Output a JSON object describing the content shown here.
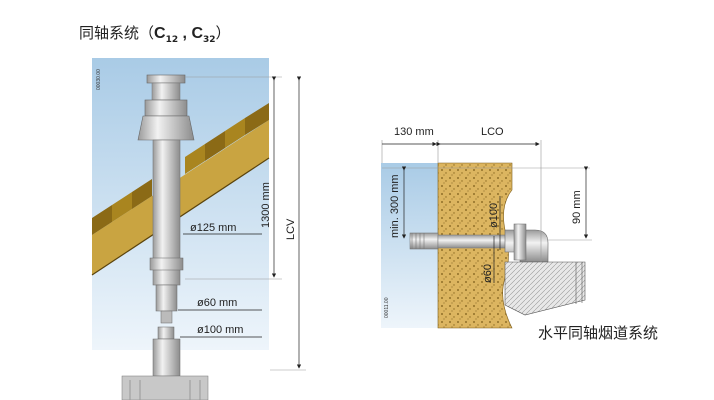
{
  "title": {
    "prefix": "同轴系统（",
    "c1": "C",
    "s1": "12",
    "sep": " , ",
    "c2": "C",
    "s2": "32",
    "suffix": "）"
  },
  "caption": "水平同轴烟道系统",
  "vertical": {
    "code": "00030.00",
    "dim_pipe": "ø125 mm",
    "dim_height": "1300 mm",
    "dim_lcv": "LCV",
    "dim_inner": "ø60 mm",
    "dim_outer": "ø100 mm"
  },
  "horizontal": {
    "code": "00011.00",
    "dim_wall": "130 mm",
    "dim_lco": "LCO",
    "dim_min": "min. 300 mm",
    "dim_outer": "ø100",
    "dim_inner": "ø60",
    "dim_90": "90 mm"
  },
  "colors": {
    "sky": "#cfe3f2",
    "roof": "#9c7a1f",
    "wall": "#d9b25a",
    "pipe": "#dcdcdc",
    "boiler": "#b0b0b0"
  }
}
